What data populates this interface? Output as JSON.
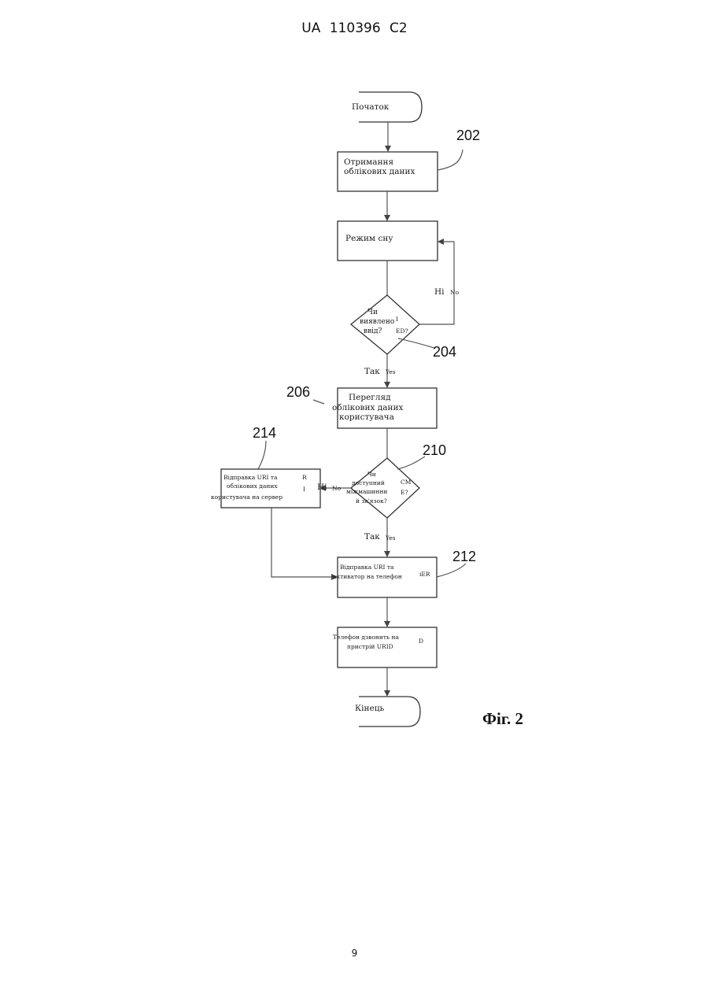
{
  "header": {
    "text": "UA   110396   C2"
  },
  "page_number": "9",
  "figure_label": "Фіг. 2",
  "flowchart": {
    "start": "Початок",
    "step_receive": {
      "line1": "Отримання",
      "line2": "облікових даних",
      "ref": "202"
    },
    "step_sleep": {
      "label": "Режим сну"
    },
    "decision_input": {
      "line1": "Чи",
      "line2": "виявлено",
      "line3": "ввід?",
      "side_a": "I",
      "side_b": "ED?",
      "ref": "204",
      "no_label": "Ні",
      "no_sub": "No",
      "yes_label": "Так",
      "yes_sub": "Yes"
    },
    "step_review": {
      "line1": "Перегляд",
      "line2": "облікових даних",
      "line3": "користувача",
      "ref": "206"
    },
    "decision_connection": {
      "line1": "Чи",
      "line2": "доступний",
      "line3": "міжмашинни",
      "line4": "й зв'язок?",
      "side_a": "CM",
      "side_b": "E?",
      "ref": "210",
      "no_label": "Ні",
      "no_sub": "No",
      "yes_label": "Так",
      "yes_sub": "Yes"
    },
    "step_send_server": {
      "line1": "Відправка URI та",
      "line2": "облікових даних",
      "line3": "користувача на сервер",
      "side_a": "R",
      "side_b": "I",
      "ref": "214"
    },
    "step_send_phone": {
      "line1": "Відправка URI та",
      "line2": "активатор на телефон",
      "side": "iER",
      "ref": "212"
    },
    "step_phone_calls": {
      "line1": "Телефон дзвонить на",
      "line2": "пристрій URID",
      "side": "D"
    },
    "end": "Кінець"
  }
}
